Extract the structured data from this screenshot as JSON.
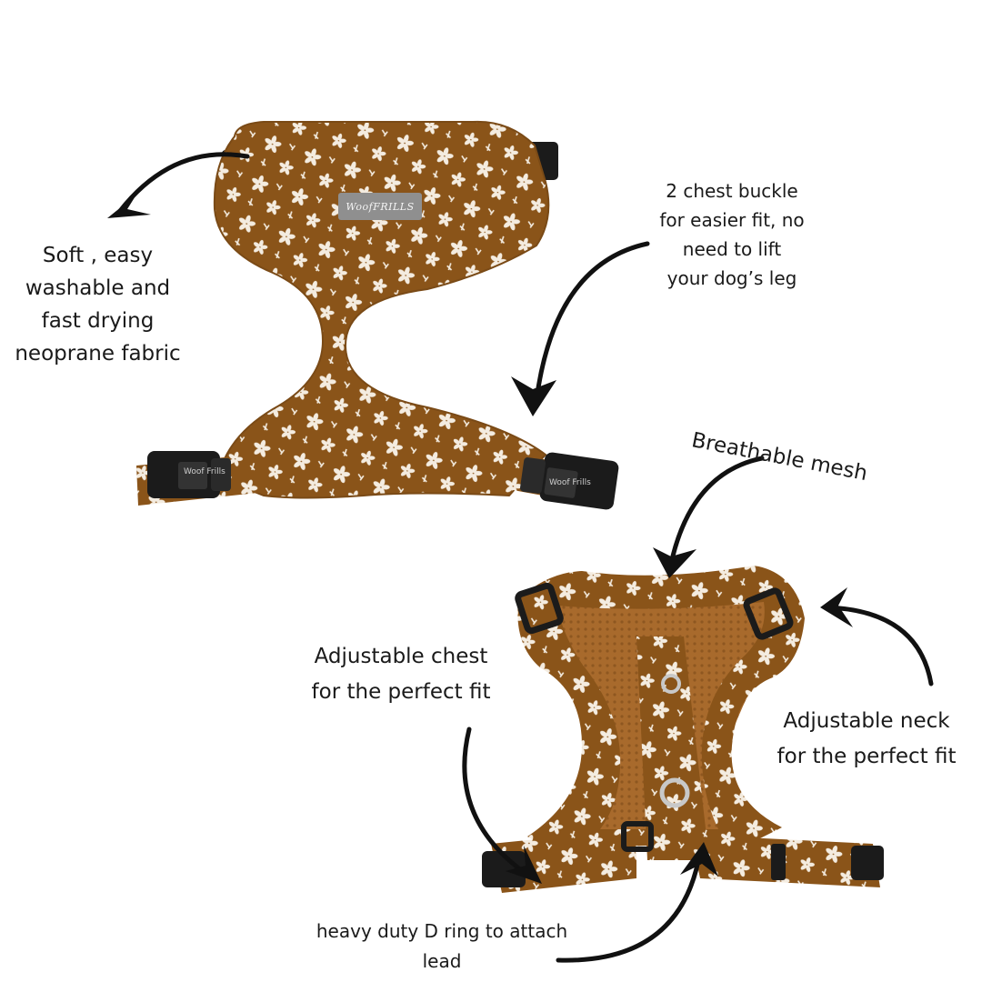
{
  "annotations": {
    "fabric": [
      "Soft , easy",
      "washable and",
      "fast drying",
      "neoprane fabric"
    ],
    "chest_buckle": [
      "2 chest buckle",
      "for easier fit, no",
      "need to lift",
      "your dog’s leg"
    ],
    "mesh": "Breathable mesh",
    "adjustable_chest": [
      "Adjustable chest",
      "for the perfect fit"
    ],
    "adjustable_neck": [
      "Adjustable neck",
      "for the perfect fit"
    ],
    "d_ring": [
      "heavy duty D ring to attach",
      "lead"
    ]
  },
  "brand": {
    "label": "WoofFRILLS",
    "clip_left": "Woof Frills",
    "clip_right": "Woof Frills"
  },
  "colors": {
    "fabric_brown": "#8a5419",
    "mesh_tan": "#a86a2c",
    "flower": "#f4ece0",
    "buckle": "#1b1b1b",
    "arrow": "#111111",
    "logo_tag": "#8f8f8f"
  },
  "icons": {
    "arrows": "curved-arrow-icon",
    "flowers": "daisy-print-pattern"
  }
}
